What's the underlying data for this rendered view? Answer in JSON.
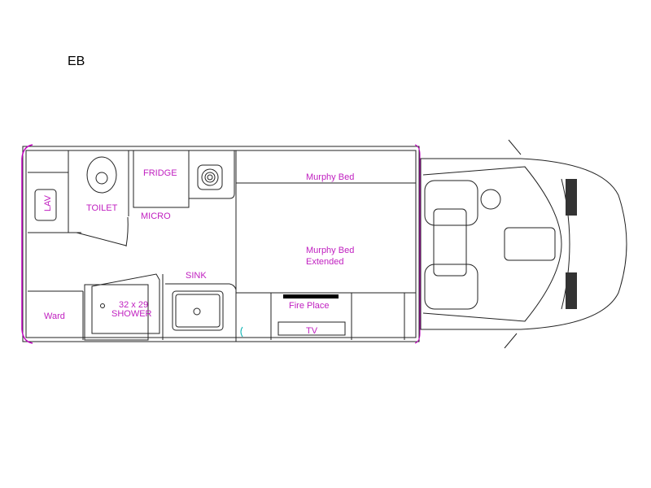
{
  "title": "EB",
  "colors": {
    "label": "#c020c0",
    "line": "#222222",
    "accent_wall": "#c000c0",
    "door_marker": "#00b0b0"
  },
  "labels": {
    "lav": "LAV",
    "toilet": "TOILET",
    "fridge": "FRIDGE",
    "micro": "MICRO",
    "murphy_bed": "Murphy Bed",
    "murphy_bed_extended_1": "Murphy Bed",
    "murphy_bed_extended_2": "Extended",
    "sink": "SINK",
    "shower_size": "32 x 29",
    "shower": "SHOWER",
    "ward": "Ward",
    "fire_place": "Fire Place",
    "tv": "TV"
  }
}
